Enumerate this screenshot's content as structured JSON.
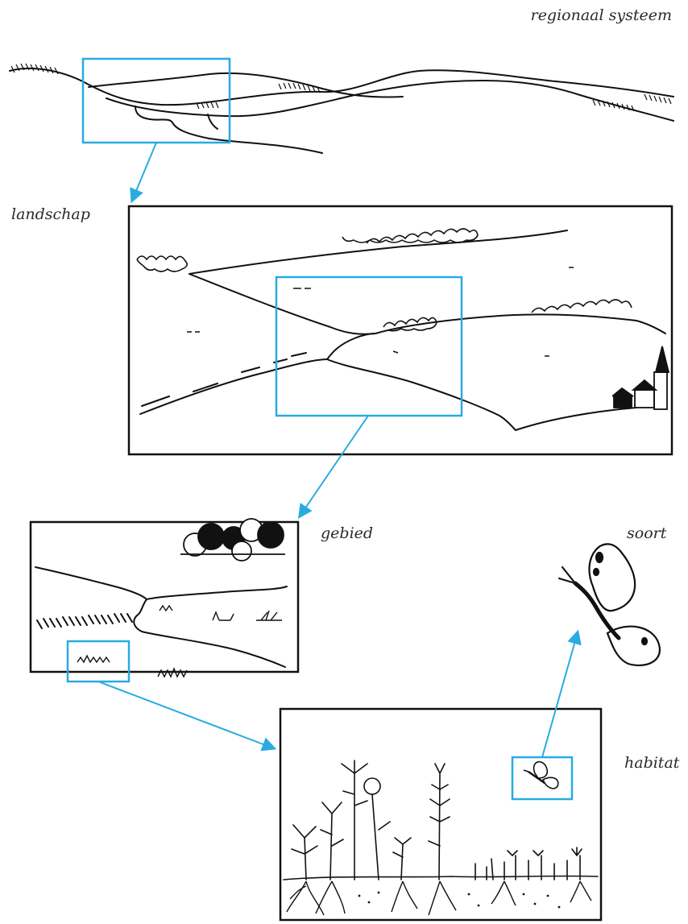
{
  "labels": {
    "regional": "regionaal systeem",
    "landscape": "landschap",
    "area": "gebied",
    "species": "soort",
    "habitat": "habitat"
  },
  "colors": {
    "highlight": "#29abe2",
    "ink": "#111111"
  }
}
